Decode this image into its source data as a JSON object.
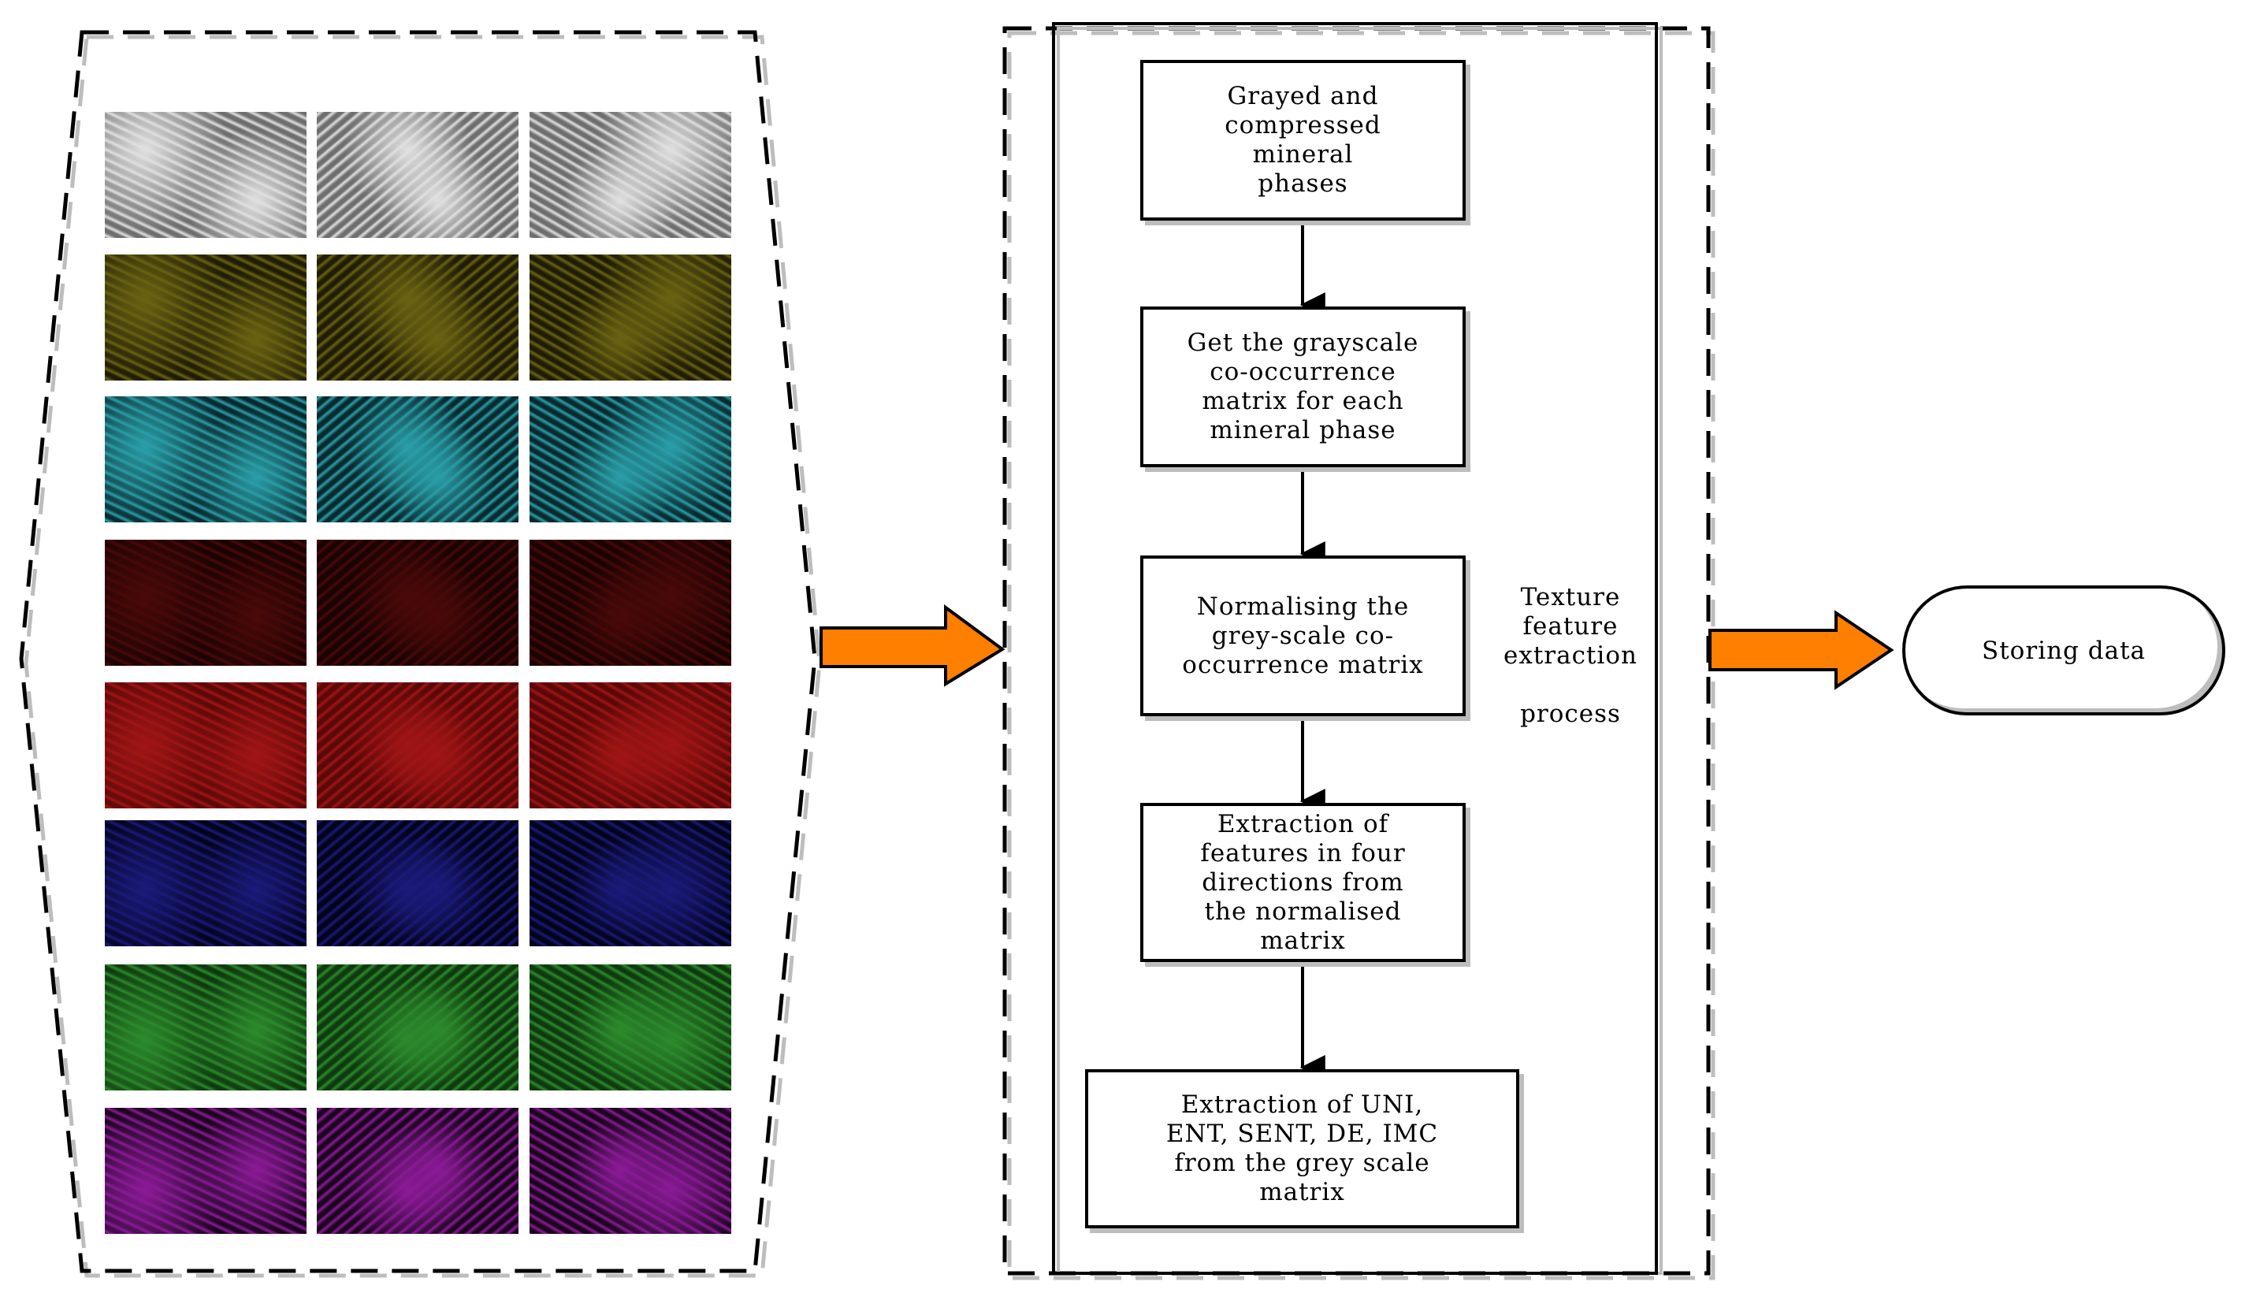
{
  "flow_steps": [
    "Grayed and\ncompressed\nmineral\nphases",
    "Get the grayscale\nco-occurrence\nmatrix for each\nmineral phase",
    "Normalising the\ngrey-scale co-\noccurrence matrix",
    "Extraction of\nfeatures in four\ndirections from\nthe normalised\nmatrix",
    "Extraction of UNI,\nENT, SENT, DE, IMC\nfrom the grey scale\nmatrix"
  ],
  "process_label": "Texture\nfeature\nextraction\n\nprocess",
  "output_label": "Storing data",
  "mineral_phase_rows": [
    {
      "name": "grayscale",
      "colors": [
        "#6e6e6e",
        "#e0e0e0"
      ]
    },
    {
      "name": "yellow",
      "colors": [
        "#201d06",
        "#6a6212"
      ]
    },
    {
      "name": "cyan",
      "colors": [
        "#0a2a2f",
        "#2a9ea8"
      ]
    },
    {
      "name": "dark-red",
      "colors": [
        "#1a0303",
        "#4a0909"
      ]
    },
    {
      "name": "red",
      "colors": [
        "#5a0808",
        "#a01515"
      ]
    },
    {
      "name": "blue",
      "colors": [
        "#03031a",
        "#1a1a7a"
      ]
    },
    {
      "name": "green",
      "colors": [
        "#0f3a0f",
        "#2c8a2c"
      ]
    },
    {
      "name": "magenta",
      "colors": [
        "#1c061f",
        "#8a1a96"
      ]
    }
  ],
  "colors": {
    "arrow_fill": "#ff7f00",
    "line": "#000000",
    "shadow": "#bdbdbd"
  }
}
